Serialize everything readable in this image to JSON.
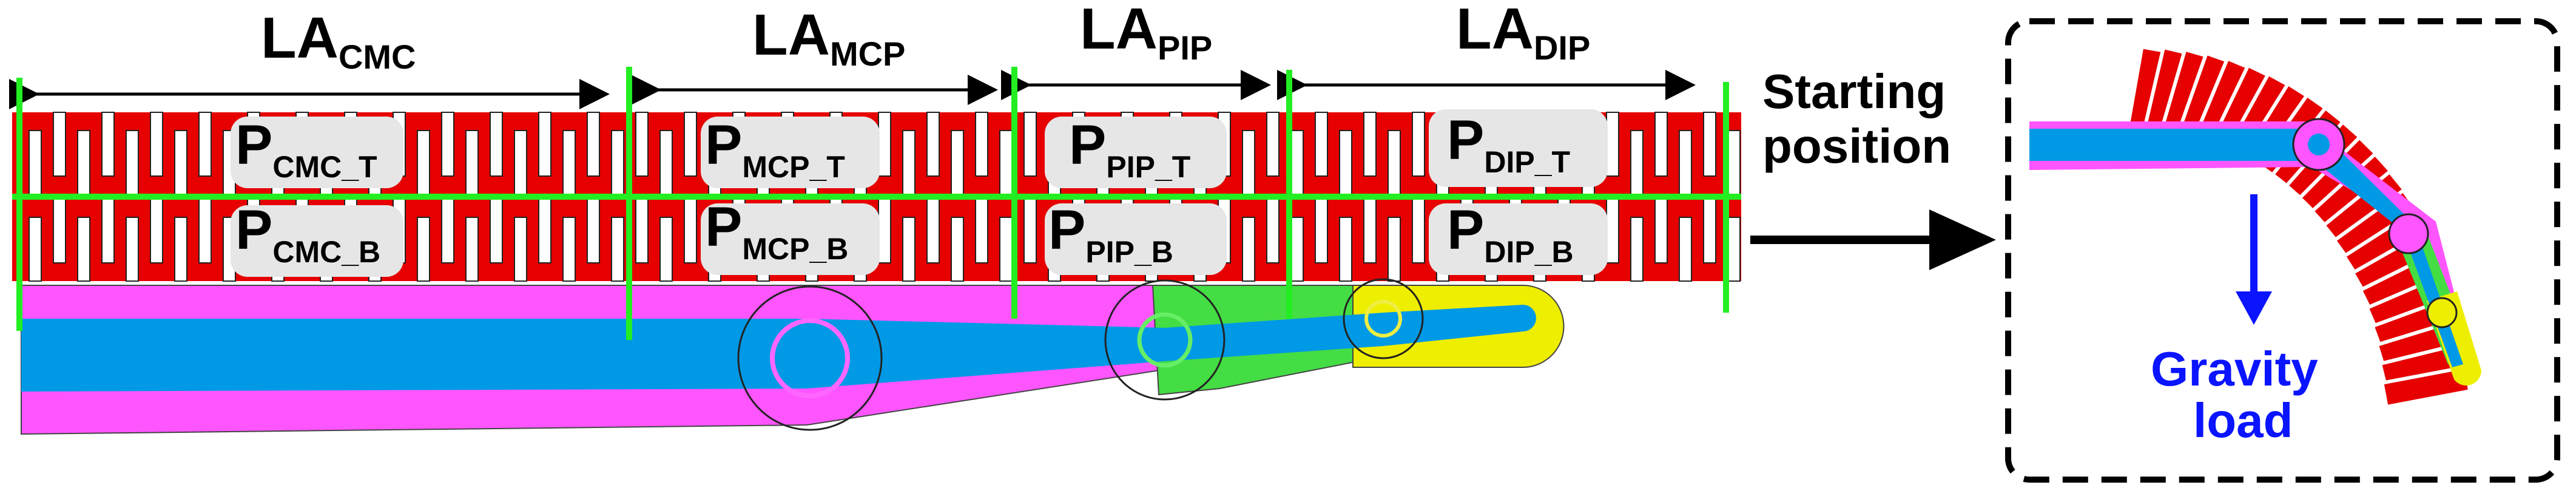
{
  "section_labels": {
    "cmc": {
      "main": "LA",
      "sub": "CMC"
    },
    "mcp": {
      "main": "LA",
      "sub": "MCP"
    },
    "pip": {
      "main": "LA",
      "sub": "PIP"
    },
    "dip": {
      "main": "LA",
      "sub": "DIP"
    }
  },
  "chambers": {
    "cmc_t": {
      "main": "P",
      "sub": "CMC_T"
    },
    "mcp_t": {
      "main": "P",
      "sub": "MCP_T"
    },
    "pip_t": {
      "main": "P",
      "sub": "PIP_T"
    },
    "dip_t": {
      "main": "P",
      "sub": "DIP_T"
    },
    "cmc_b": {
      "main": "P",
      "sub": "CMC_B"
    },
    "mcp_b": {
      "main": "P",
      "sub": "MCP_B"
    },
    "pip_b": {
      "main": "P",
      "sub": "PIP_B"
    },
    "dip_b": {
      "main": "P",
      "sub": "DIP_B"
    }
  },
  "arrow_label": {
    "line1": "Starting",
    "line2": "position"
  },
  "inset": {
    "gravity_line1": "Gravity",
    "gravity_line2": "load"
  },
  "colors": {
    "actuator_red": "#e60000",
    "divider_green": "#22ee22",
    "bone_magenta": "#ff55ff",
    "bone_blue": "#0099e6",
    "link_green": "#44dd44",
    "tip_yellow": "#eeee00",
    "gravity_blue": "#0a14ff",
    "chamber_label_bg": "#e6e6e6"
  }
}
